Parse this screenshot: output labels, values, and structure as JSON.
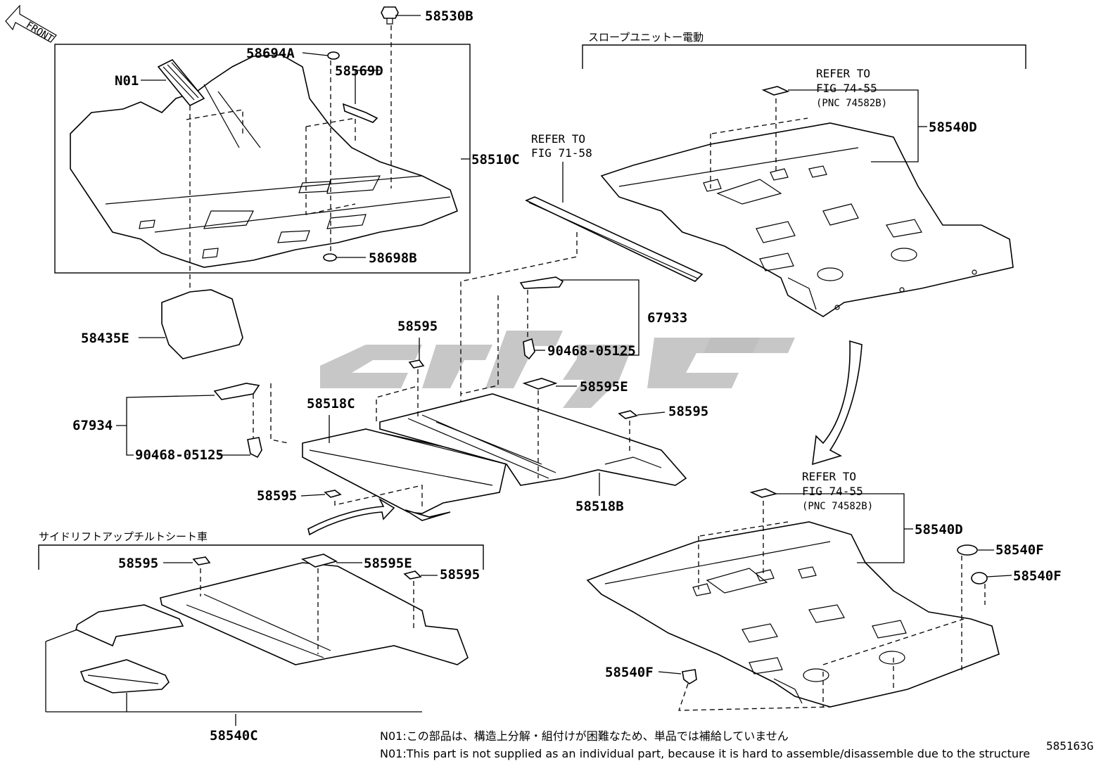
{
  "front_label": "FRONT",
  "section_labels": {
    "slope_unit": "スロープユニットー電動",
    "side_lift": "サイドリフトアップチルトシート車"
  },
  "callouts": [
    {
      "id": "58530B",
      "text": "58530B"
    },
    {
      "id": "58694A",
      "text": "58694A"
    },
    {
      "id": "58569D",
      "text": "58569D"
    },
    {
      "id": "N01",
      "text": "N01"
    },
    {
      "id": "58510C",
      "text": "58510C"
    },
    {
      "id": "58698B",
      "text": "58698B"
    },
    {
      "id": "58435E",
      "text": "58435E"
    },
    {
      "id": "67933",
      "text": "67933"
    },
    {
      "id": "90468-05125-a",
      "text": "90468-05125"
    },
    {
      "id": "58595-a",
      "text": "58595"
    },
    {
      "id": "58595E-a",
      "text": "58595E"
    },
    {
      "id": "58595-b",
      "text": "58595"
    },
    {
      "id": "58518C",
      "text": "58518C"
    },
    {
      "id": "67934",
      "text": "67934"
    },
    {
      "id": "90468-05125-b",
      "text": "90468-05125"
    },
    {
      "id": "58595-c",
      "text": "58595"
    },
    {
      "id": "58518B",
      "text": "58518B"
    },
    {
      "id": "58540D-a",
      "text": "58540D"
    },
    {
      "id": "58540D-b",
      "text": "58540D"
    },
    {
      "id": "58540F-a",
      "text": "58540F"
    },
    {
      "id": "58540F-b",
      "text": "58540F"
    },
    {
      "id": "58540F-c",
      "text": "58540F"
    },
    {
      "id": "58595-d",
      "text": "58595"
    },
    {
      "id": "58595E-b",
      "text": "58595E"
    },
    {
      "id": "58595-e",
      "text": "58595"
    },
    {
      "id": "58540C",
      "text": "58540C"
    }
  ],
  "refer_notes": [
    {
      "id": "ref-71-58",
      "line1": "REFER TO",
      "line2": "FIG 71-58",
      "line3": ""
    },
    {
      "id": "ref-74-55-a",
      "line1": "REFER TO",
      "line2": "FIG 74-55",
      "line3": "(PNC 74582B)"
    },
    {
      "id": "ref-74-55-b",
      "line1": "REFER TO",
      "line2": "FIG 74-55",
      "line3": "(PNC 74582B)"
    }
  ],
  "footnotes": {
    "jp": "N01:この部品は、構造上分解・組付けが困難なため、単品では補給していません",
    "en": "N01:This part is not supplied as an individual part, because it is hard to assemble/disassemble due to the structure"
  },
  "figure_id": "585163G",
  "colors": {
    "line": "#000000",
    "watermark": "#bdbdbd",
    "background": "#ffffff"
  }
}
